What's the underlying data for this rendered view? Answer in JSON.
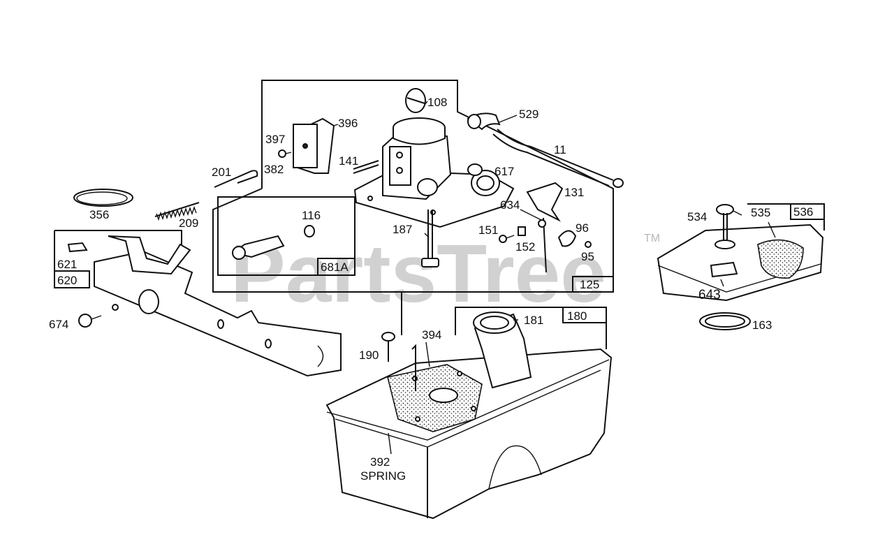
{
  "watermark": {
    "text": "PartsTree",
    "trademark": "TM"
  },
  "parts": {
    "p108": "108",
    "p529": "529",
    "p396": "396",
    "p397": "397",
    "p382": "382",
    "p141": "141",
    "p201": "201",
    "p617": "617",
    "p11": "11",
    "p131": "131",
    "p634": "634",
    "p356": "356",
    "p209": "209",
    "p116": "116",
    "p187": "187",
    "p151": "151",
    "p96": "96",
    "p152": "152",
    "p95": "95",
    "p681a": "681A",
    "p125": "125",
    "p621": "621",
    "p620": "620",
    "p674": "674",
    "p534": "534",
    "p535": "535",
    "p536": "536",
    "p643": "643",
    "p163": "163",
    "p181": "181",
    "p180": "180",
    "p394": "394",
    "p190": "190",
    "p392": "392",
    "spring": "SPRING"
  }
}
